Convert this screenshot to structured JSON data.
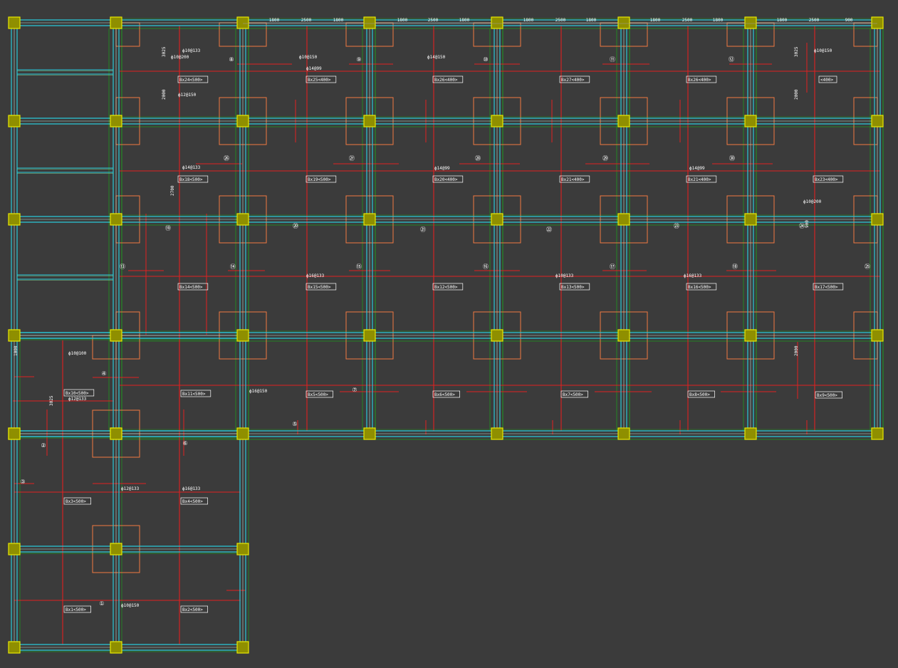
{
  "colors": {
    "background": "#3b3b3b",
    "beam": "#29c8d8",
    "beam_inner": "#b8e0d8",
    "rebar": "#e02020",
    "axis": "#1f9a1f",
    "footing": "#f07840",
    "column_fill": "#8f8f00",
    "column_stroke": "#e8e800",
    "text": "#ffffff",
    "dim": "#a0a0a0"
  },
  "top_dimensions": [
    "1800",
    "2500",
    "1800",
    "1800",
    "2500",
    "1800",
    "1800",
    "2500",
    "1800",
    "1800",
    "2500",
    "1800",
    "1800",
    "2500",
    "900"
  ],
  "beam_labels": [
    {
      "text": "Bx24<500>"
    },
    {
      "text": "Bx25<400>"
    },
    {
      "text": "Bx26<400>"
    },
    {
      "text": "Bx27<400>"
    },
    {
      "text": "Bx26<400>"
    },
    {
      "text": "<400>"
    },
    {
      "text": "Bx18<500>"
    },
    {
      "text": "Bx19<500>"
    },
    {
      "text": "Bx20<400>"
    },
    {
      "text": "Bx21<400>"
    },
    {
      "text": "Bx21<400>"
    },
    {
      "text": "Bx23<400>"
    },
    {
      "text": "Bx14<500>"
    },
    {
      "text": "Bx15<500>"
    },
    {
      "text": "Bx12<500>"
    },
    {
      "text": "Bx13<500>"
    },
    {
      "text": "Bx16<500>"
    },
    {
      "text": "Bx17<500>"
    },
    {
      "text": "Bx10<500>"
    },
    {
      "text": "Bx11<500>"
    },
    {
      "text": "Bx5<500>"
    },
    {
      "text": "Bx6<500>"
    },
    {
      "text": "Bx7<500>"
    },
    {
      "text": "Bx8<500>"
    },
    {
      "text": "Bx9<500>"
    },
    {
      "text": "Bx3<500>"
    },
    {
      "text": "Bx4<500>"
    },
    {
      "text": "Bx1<500>"
    },
    {
      "text": "Bx2<500>"
    }
  ],
  "rebar_notes": [
    {
      "text": "ф10@133"
    },
    {
      "text": "ф10@150"
    },
    {
      "text": "ф14@99"
    },
    {
      "text": "ф10@200"
    },
    {
      "text": "ф12@150"
    },
    {
      "text": "ф14@133"
    },
    {
      "text": "ф10@100"
    },
    {
      "text": "ф12@133"
    },
    {
      "text": "ф16@133"
    },
    {
      "text": "ф14@150"
    },
    {
      "text": "ф10@133"
    },
    {
      "text": "ф16@150"
    },
    {
      "text": "ф10@150"
    },
    {
      "text": "ф14@99"
    },
    {
      "text": "ф10@200"
    },
    {
      "text": "ф16@133"
    },
    {
      "text": "ф12@133"
    },
    {
      "text": "ф10@150"
    },
    {
      "text": "ф16@133"
    },
    {
      "text": "ф14@99"
    }
  ],
  "side_dims": [
    {
      "text": "3025"
    },
    {
      "text": "2000"
    },
    {
      "text": "2700"
    },
    {
      "text": "2000"
    },
    {
      "text": "3025"
    },
    {
      "text": "2000"
    },
    {
      "text": "3025"
    },
    {
      "text": "1000"
    },
    {
      "text": "900"
    }
  ],
  "circled_numbers": [
    "①",
    "②",
    "③",
    "④",
    "⑤",
    "⑥",
    "⑦",
    "⑧",
    "⑨",
    "⑩",
    "⑪",
    "⑫",
    "⑬",
    "⑭",
    "⑮",
    "⑯",
    "⑰",
    "⑱",
    "⑲",
    "⑳",
    "㉑",
    "㉒",
    "㉓",
    "㉔",
    "㉕",
    "㉖",
    "㉗",
    "㉘",
    "㉙",
    "㉚"
  ]
}
